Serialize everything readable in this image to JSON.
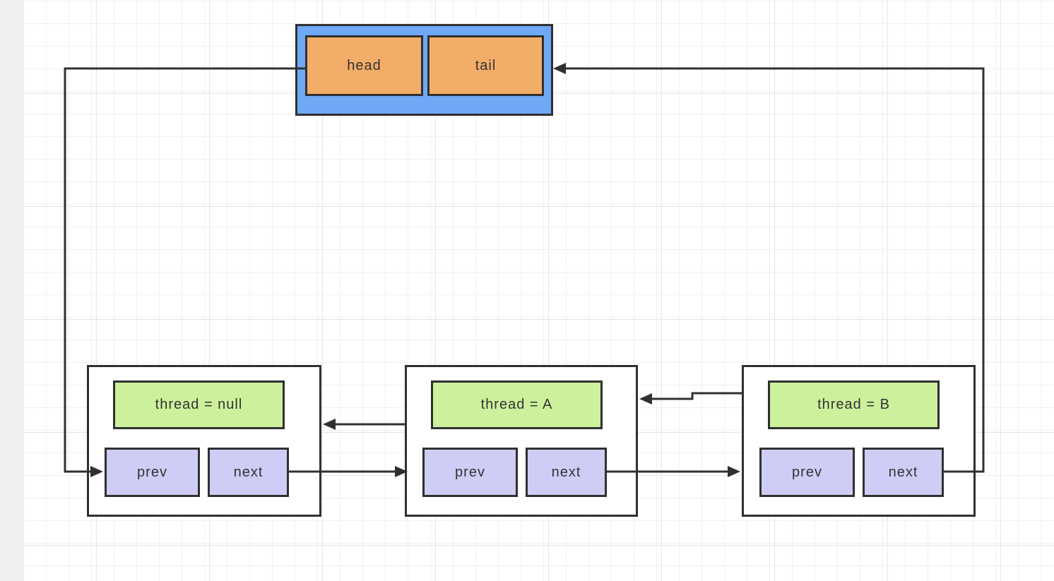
{
  "diagram": {
    "container": {
      "head_label": "head",
      "tail_label": "tail"
    },
    "nodes": [
      {
        "thread_label": "thread = null",
        "prev_label": "prev",
        "next_label": "next"
      },
      {
        "thread_label": "thread = A",
        "prev_label": "prev",
        "next_label": "next"
      },
      {
        "thread_label": "thread = B",
        "prev_label": "prev",
        "next_label": "next"
      }
    ],
    "edges": [
      {
        "from": "head",
        "to": "node-1-prev",
        "direction": "arrow-into-node-1"
      },
      {
        "from": "node-1-next",
        "to": "node-2",
        "direction": "arrow-into-node-2"
      },
      {
        "from": "node-2",
        "to": "node-1",
        "direction": "arrow-into-node-1-right-side"
      },
      {
        "from": "node-2-next",
        "to": "node-3",
        "direction": "arrow-into-node-3"
      },
      {
        "from": "node-3",
        "to": "node-2",
        "direction": "arrow-into-node-2-right-side"
      },
      {
        "from": "node-3-next",
        "to": "tail",
        "direction": "arrow-into-tail"
      }
    ],
    "colors": {
      "container_fill": "#6fa8f5",
      "cell_fill": "#f2ad69",
      "thread_fill": "#ccf09b",
      "pointer_fill": "#cecdf6",
      "node_fill": "#ffffff",
      "stroke": "#303030",
      "canvas_bg": "#ffffff",
      "gutter_bg": "#f0f0f0",
      "grid_minor": "#f0f0f0",
      "grid_major": "#e4e4e4",
      "text_color": "#333333"
    }
  }
}
